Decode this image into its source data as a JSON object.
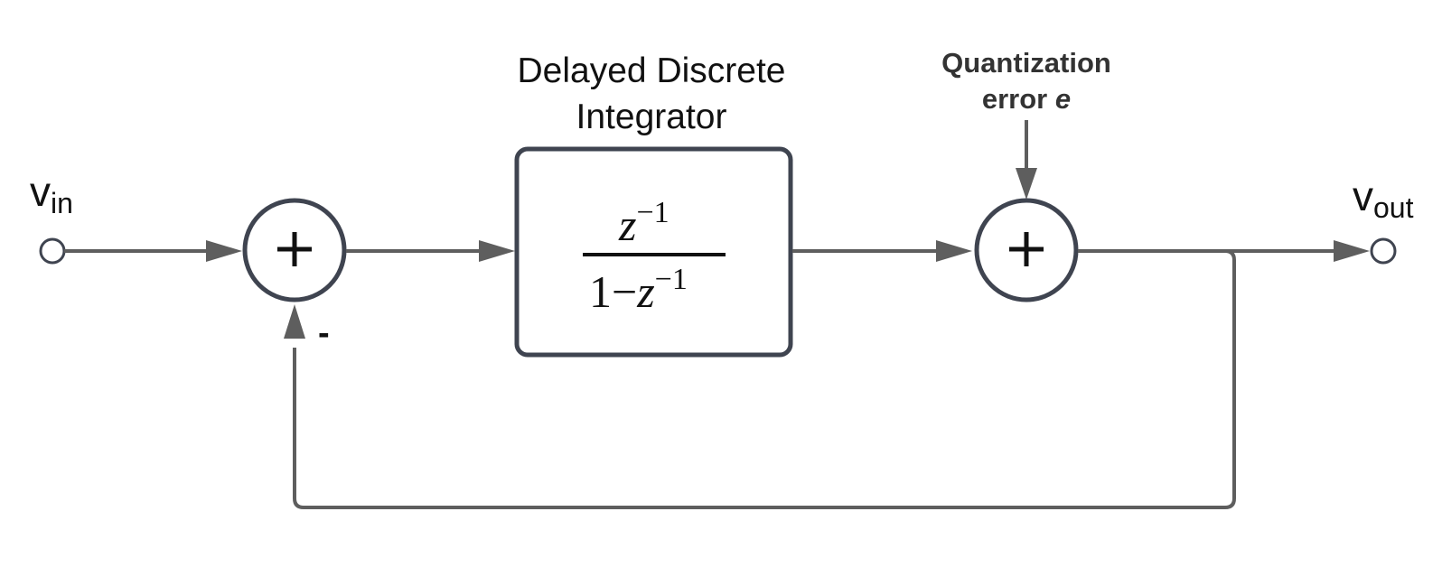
{
  "input": {
    "label": "v",
    "subscript": "in"
  },
  "output": {
    "label": "v",
    "subscript": "out"
  },
  "integrator": {
    "title_line1": "Delayed Discrete",
    "title_line2": "Integrator",
    "numerator": {
      "base": "z",
      "exponent": "−1"
    },
    "denominator": {
      "prefix": "1−",
      "base": "z",
      "exponent": "−1"
    }
  },
  "quantizer": {
    "label_line1": "Quantization",
    "label_line2_prefix": "error ",
    "label_line2_var": "e"
  },
  "summing_junctions": [
    {
      "sign": "+"
    },
    {
      "sign": "+"
    }
  ],
  "feedback_sign": "-",
  "colors": {
    "wire": "#5e5e5e",
    "outline": "#3f4450",
    "text": "#111111"
  }
}
